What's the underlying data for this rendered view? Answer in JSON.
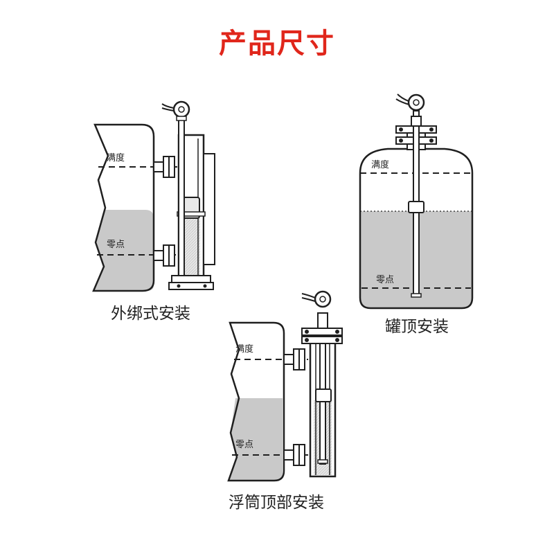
{
  "title": "产品尺寸",
  "level_labels": {
    "full": "满度",
    "zero": "零点"
  },
  "installations": [
    {
      "caption": "外绑式安装"
    },
    {
      "caption": "罐顶安装"
    },
    {
      "caption": "浮筒顶部安装"
    }
  ],
  "colors": {
    "title": "#e0261b",
    "liquid": "#c9c9c9",
    "outline": "#1f1f1f"
  }
}
